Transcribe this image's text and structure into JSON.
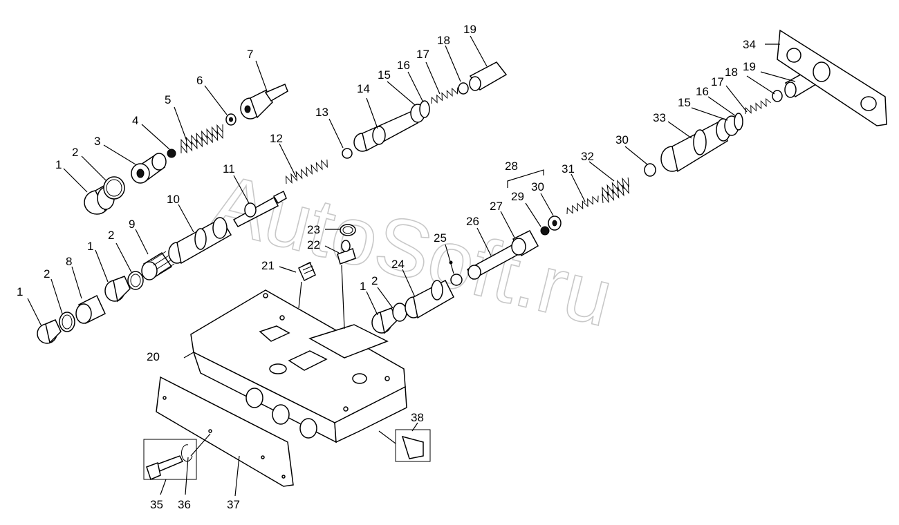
{
  "watermark": "AutoSoft.ru",
  "part_labels": [
    "1",
    "2",
    "3",
    "4",
    "5",
    "6",
    "7",
    "8",
    "9",
    "10",
    "11",
    "12",
    "13",
    "14",
    "15",
    "16",
    "17",
    "18",
    "19",
    "20",
    "21",
    "22",
    "23",
    "24",
    "25",
    "26",
    "27",
    "28",
    "29",
    "30",
    "31",
    "32",
    "33",
    "34",
    "35",
    "36",
    "37",
    "38",
    "1",
    "2",
    "1",
    "2",
    "1",
    "2",
    "15",
    "16",
    "17",
    "18",
    "19",
    "30"
  ]
}
